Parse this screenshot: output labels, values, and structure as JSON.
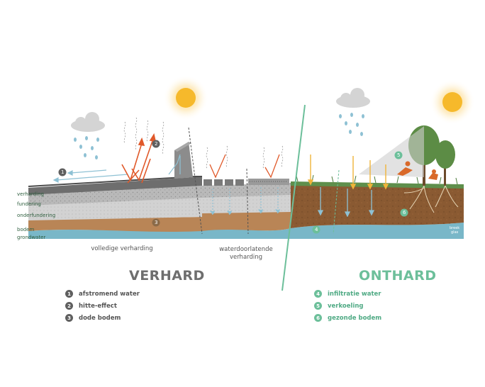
{
  "layers": {
    "verharding": "verharding",
    "fundering": "fundering",
    "onderfundering": "onderfundering",
    "bodem": "bodem",
    "grondwater": "grondwater"
  },
  "captions": {
    "volledig": "volledige verharding",
    "waterdoorlatend_line1": "waterdoorlatende",
    "waterdoorlatend_line2": "verharding"
  },
  "titles": {
    "verhard": "VERHARD",
    "onthard": "ONTHARD"
  },
  "badges": [
    "1",
    "2",
    "3",
    "4",
    "5",
    "6"
  ],
  "legend_left": [
    {
      "num": "1",
      "label": "afstromend water"
    },
    {
      "num": "2",
      "label": "hitte-effect"
    },
    {
      "num": "3",
      "label": "dode bodem"
    }
  ],
  "legend_right": [
    {
      "num": "4",
      "label": "infiltratie water"
    },
    {
      "num": "5",
      "label": "verkoeling"
    },
    {
      "num": "6",
      "label": "gezonde bodem"
    }
  ],
  "logo": {
    "line1": "breek",
    "line2": "glas"
  },
  "colors": {
    "water": "#79b7c8",
    "soil": "#b98556",
    "healthy_soil": "#8a5a32",
    "asphalt": "#6e6e6e",
    "heat": "#e0592a",
    "sun": "#f6b92b",
    "accent_green": "#6cbf9a"
  }
}
